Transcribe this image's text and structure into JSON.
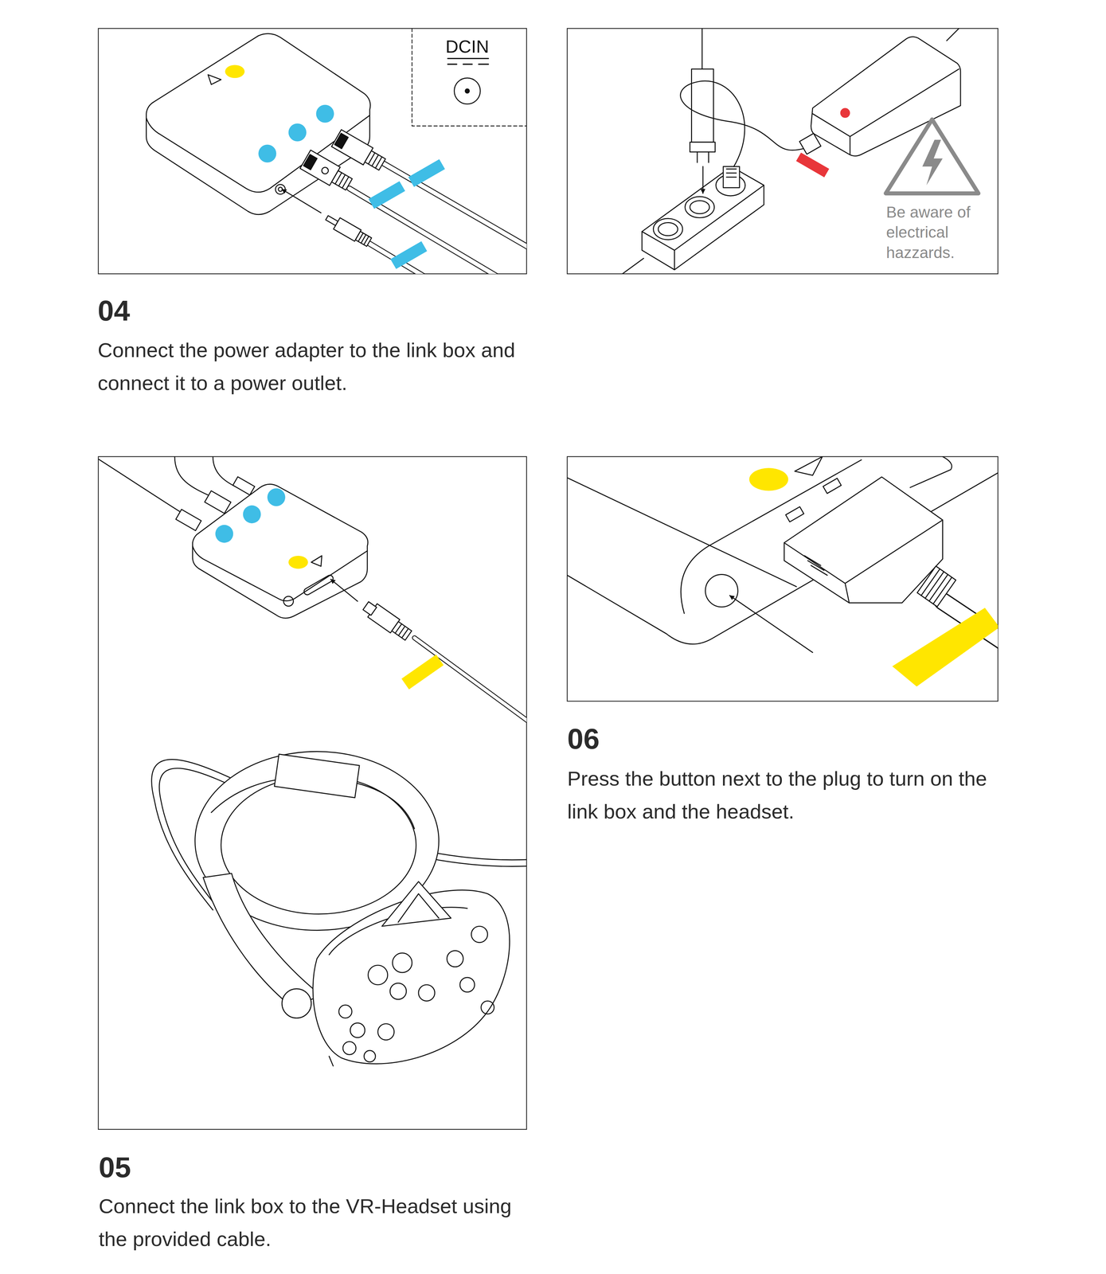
{
  "diagram": {
    "labels": [
      "DCIN",
      "Be aware of electrical hazzards.",
      "04",
      "Connect the power adapter to the link box and connect it to a power outlet.",
      "05",
      "Connect the link box to the VR-Headset using the provided cable.",
      "06",
      "Press the button next to the plug to turn on the link box and the headset."
    ]
  }
}
